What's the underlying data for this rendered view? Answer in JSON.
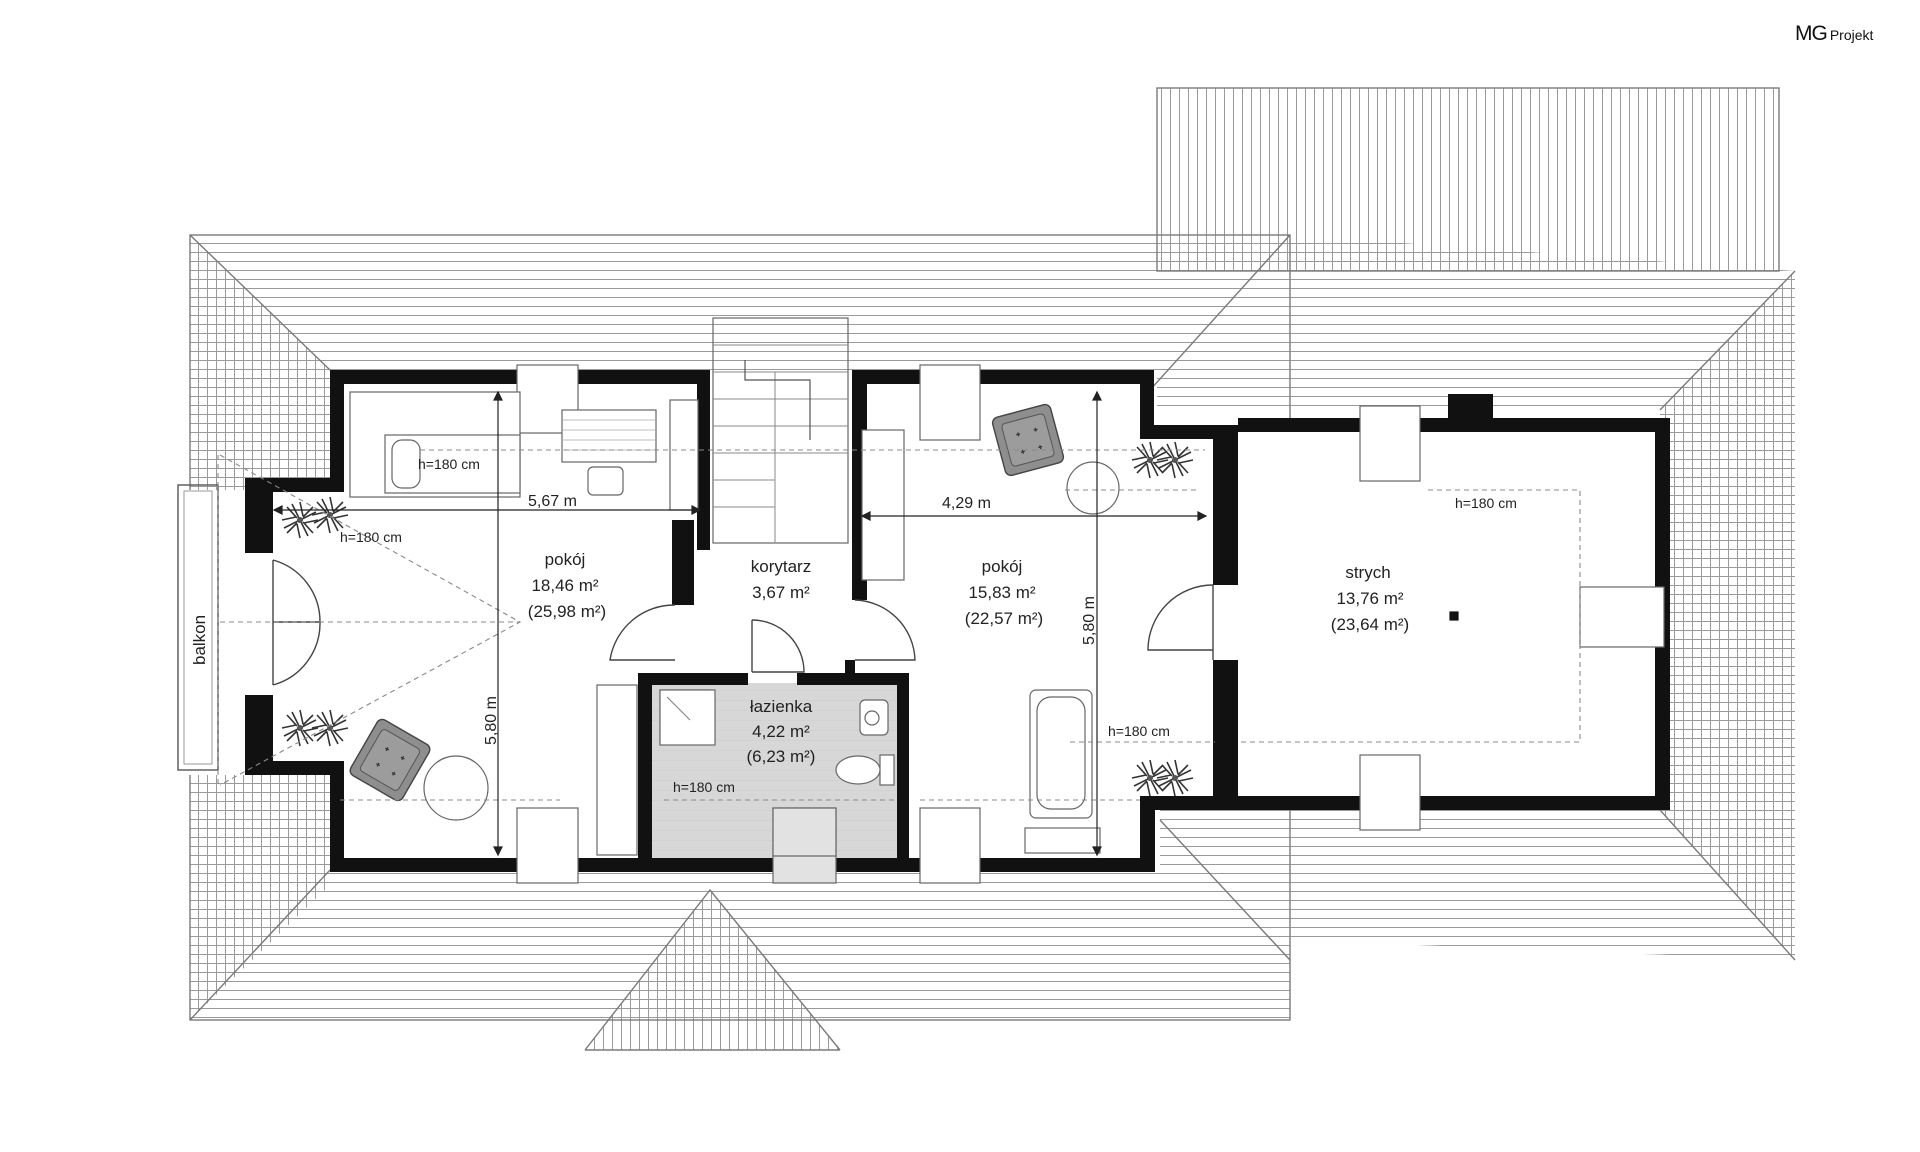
{
  "brand": {
    "name": "MG",
    "suffix": "Projekt"
  },
  "rooms": [
    {
      "id": "pokoj-left",
      "name": "pokój",
      "area": "18,46 m²",
      "area_total": "(25,98 m²)"
    },
    {
      "id": "korytarz",
      "name": "korytarz",
      "area": "3,67 m²",
      "area_total": ""
    },
    {
      "id": "pokoj-right",
      "name": "pokój",
      "area": "15,83 m²",
      "area_total": "(22,57 m²)"
    },
    {
      "id": "lazienka",
      "name": "łazienka",
      "area": "4,22 m²",
      "area_total": "(6,23 m²)"
    },
    {
      "id": "strych",
      "name": "strych",
      "area": "13,76 m²",
      "area_total": "(23,64 m²)"
    }
  ],
  "balcony_label": "balkon",
  "dimensions": {
    "left_width": "5,67 m",
    "left_depth": "5,80 m",
    "right_width": "4,29 m",
    "right_depth": "5,80 m"
  },
  "height_notes": {
    "left_top": "h=180 cm",
    "left_side": "h=180 cm",
    "bathroom": "h=180 cm",
    "right_bottom": "h=180 cm",
    "strych": "h=180 cm"
  },
  "colors": {
    "wall": "#111111",
    "roof_line": "#9a9a9a",
    "bathroom_floor": "#d7d7d7",
    "furniture": "#8e8e8e"
  }
}
